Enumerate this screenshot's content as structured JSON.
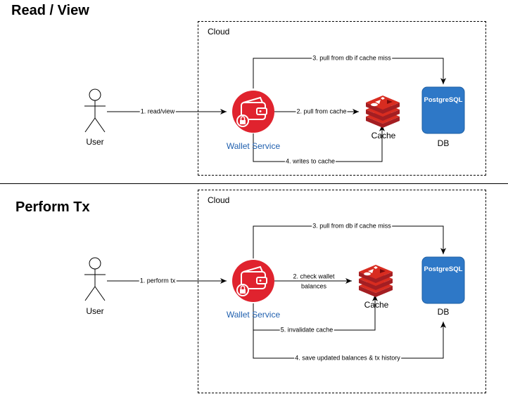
{
  "sections": [
    {
      "title": "Read / View",
      "cloud_label": "Cloud",
      "actor": "User",
      "service": "Wallet Service",
      "cache": "Cache",
      "db_label": "DB",
      "db_product": "PostgreSQL",
      "edges": {
        "user_to_service": "1. read/view",
        "service_to_cache": "2. pull from cache",
        "service_to_db": "3. pull from db if cache miss",
        "service_to_cache_write": "4. writes to cache"
      }
    },
    {
      "title": "Perform Tx",
      "cloud_label": "Cloud",
      "actor": "User",
      "service": "Wallet Service",
      "cache": "Cache",
      "db_label": "DB",
      "db_product": "PostgreSQL",
      "edges": {
        "user_to_service": "1. perform tx",
        "service_to_cache_l1": "2. check wallet",
        "service_to_cache_l2": "balances",
        "service_to_db": "3. pull from db if cache miss",
        "service_to_db_save": "4. save updated balances & tx history",
        "service_to_cache_invalidate": "5. invalidate cache"
      }
    }
  ],
  "colors": {
    "service_red": "#e0232e",
    "cache_red": "#c62828",
    "db_blue": "#2e78c7",
    "service_label": "#1f5fae"
  }
}
